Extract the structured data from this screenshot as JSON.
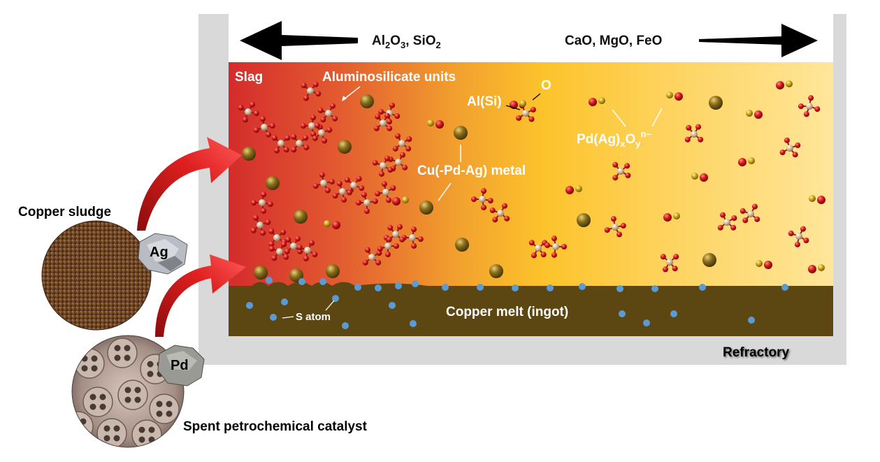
{
  "top_labels": {
    "left": {
      "a": "Al",
      "a_sub": "2",
      "b": "O",
      "b_sub": "3",
      "c": ", SiO",
      "c_sub": "2"
    },
    "right": "CaO, MgO, FeO"
  },
  "slag": {
    "title": "Slag",
    "aluminosilicate": "Aluminosilicate units",
    "al_si": "Al(Si)",
    "oxygen": "O",
    "oxide_anion": {
      "a": "Pd(Ag)",
      "x": "x",
      "b": "O",
      "y": "y",
      "charge": "n–"
    },
    "metal": "Cu(-Pd-Ag) metal"
  },
  "melt": {
    "label": "Copper melt (ingot)",
    "s_atom": "S atom"
  },
  "refractory": "Refractory",
  "sources": {
    "copper_sludge": "Copper sludge",
    "ag": "Ag",
    "pd": "Pd",
    "catalyst": "Spent petrochemical catalyst"
  },
  "colors": {
    "refractory": "#d9d9d9",
    "melt": "#5c4712",
    "slag_left": "#d42c2c",
    "slag_mid": "#fcc32b",
    "slag_right": "#ffe69a",
    "oxygen_atom": "#d11414",
    "al_si_atom": "#d9b99a",
    "metal_droplet": "#7a6018",
    "pd_ag_atom": "#c8a012",
    "sulfur_atom": "#5b9bd5",
    "arrow": "#d81c1c"
  }
}
